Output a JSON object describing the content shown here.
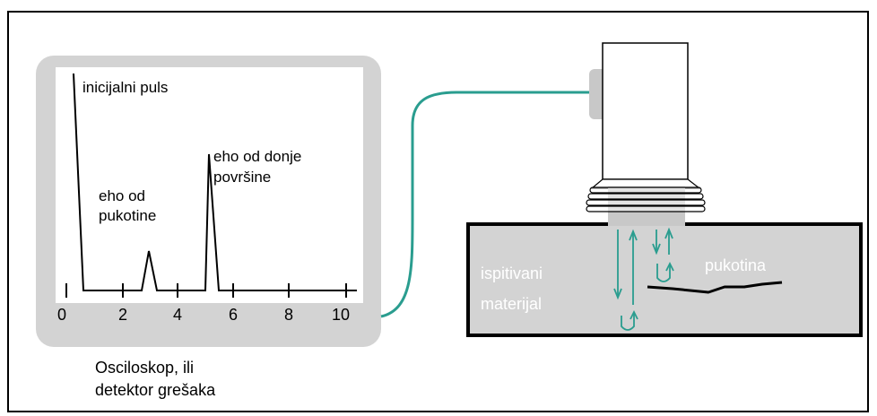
{
  "oscilloscope": {
    "labels": {
      "initial_pulse": "inicijalni puls",
      "crack_echo_line1": "eho od",
      "crack_echo_line2": "pukotine",
      "bottom_echo_line1": "eho od donje",
      "bottom_echo_line2": "površine"
    },
    "axis_ticks": [
      "0",
      "2",
      "4",
      "6",
      "8",
      "10"
    ],
    "caption_line1": "Osciloskop, ili",
    "caption_line2": "detektor grešaka"
  },
  "material": {
    "label_line1": "ispitivani",
    "label_line2": "materijal",
    "crack_label": "pukotina"
  },
  "colors": {
    "panel": "#d3d3d3",
    "cable": "#2a9d8f",
    "trace": "#000000"
  }
}
